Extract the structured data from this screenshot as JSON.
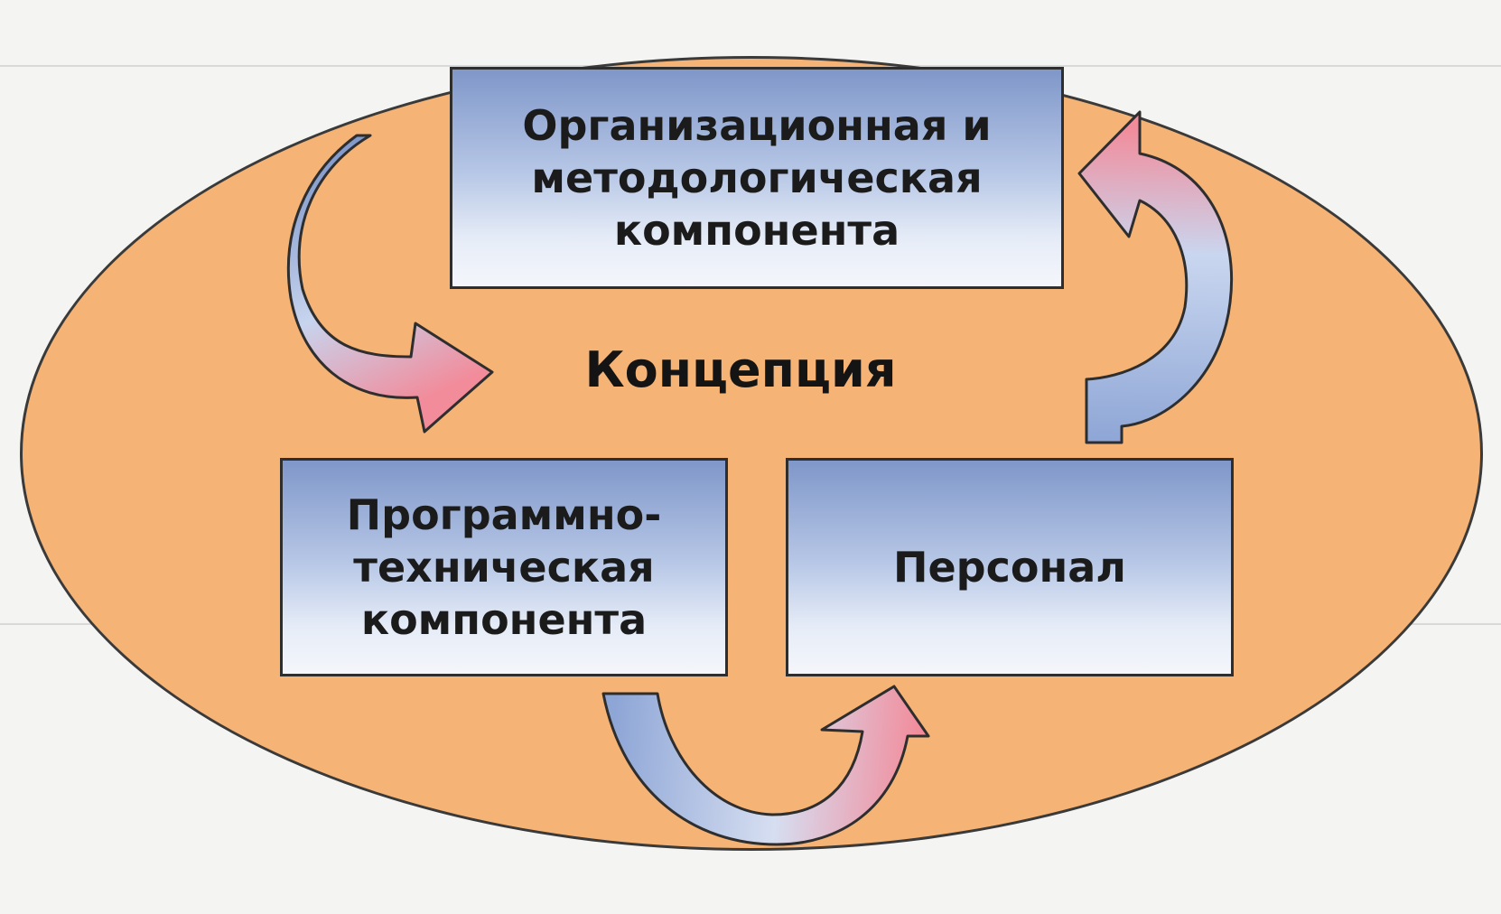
{
  "diagram": {
    "center_label": "Концепция",
    "components": [
      {
        "id": "org",
        "label": "Организационная и\nметодологическая\nкомпонента"
      },
      {
        "id": "tech",
        "label": "Программно-\nтехническая\nкомпонента"
      },
      {
        "id": "staff",
        "label": "Персонал"
      }
    ],
    "flows": [
      {
        "from": "org",
        "to": "tech"
      },
      {
        "from": "tech",
        "to": "staff"
      },
      {
        "from": "staff",
        "to": "org"
      }
    ],
    "colors": {
      "ellipse_fill": "#f5b375",
      "box_gradient_top": "#7f97c9",
      "box_gradient_bottom": "#f4f6fb",
      "arrow_blue": "#9db4de",
      "arrow_pink": "#f28b9a"
    }
  }
}
